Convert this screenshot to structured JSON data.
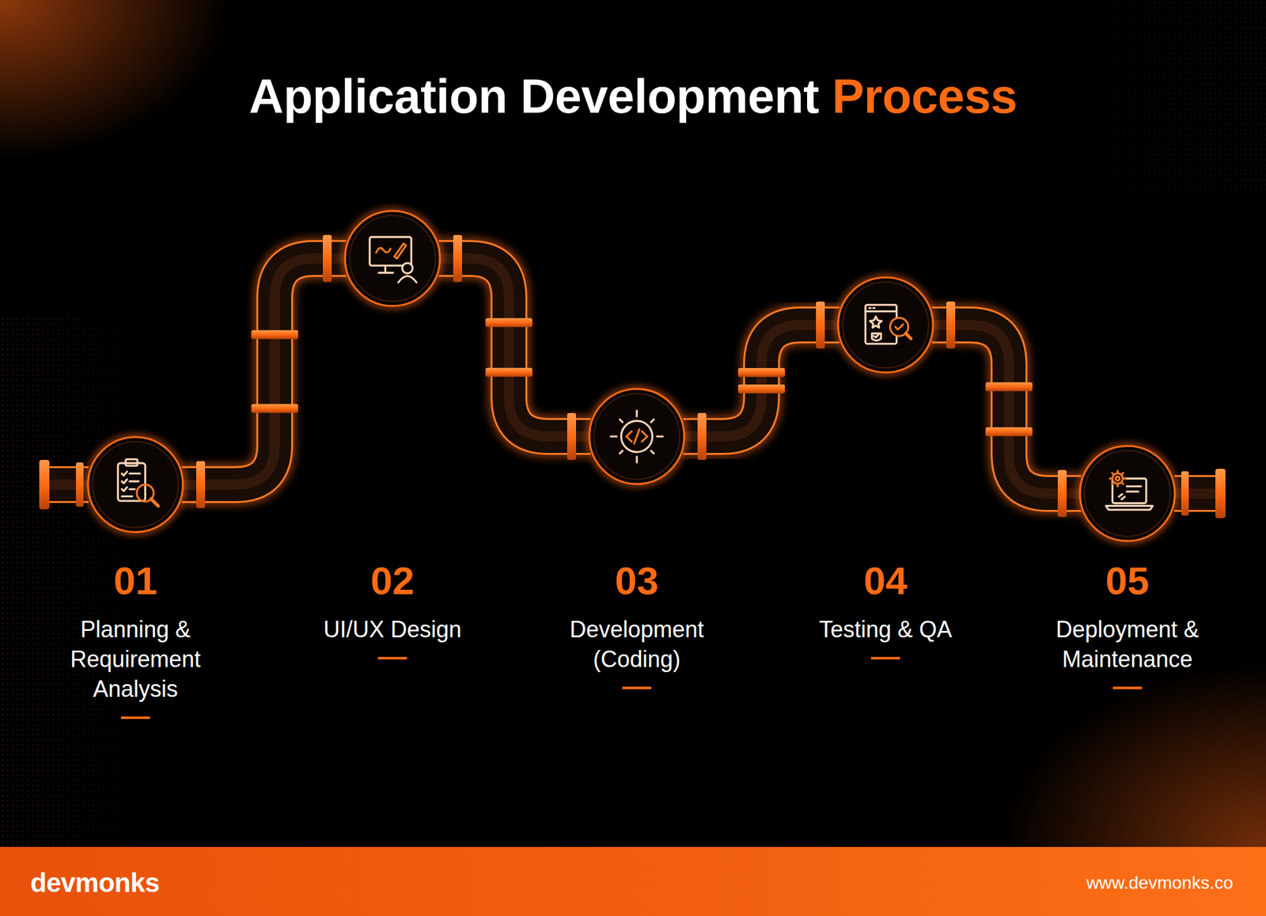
{
  "diagram": {
    "title": "Application Development Process",
    "nodes": [
      {
        "text": [
          "01",
          "Planning & Requirement Analysis"
        ]
      },
      {
        "text": [
          "02",
          "UI/UX Design"
        ]
      },
      {
        "text": [
          "03",
          "Development (Coding)"
        ]
      },
      {
        "text": [
          "04",
          "Testing & QA"
        ]
      },
      {
        "text": [
          "05",
          "Deployment & Maintenance"
        ]
      }
    ],
    "edges": [
      {
        "from": 0,
        "to": 1,
        "arrow": "none"
      },
      {
        "from": 1,
        "to": 2,
        "arrow": "none"
      },
      {
        "from": 2,
        "to": 3,
        "arrow": "none"
      },
      {
        "from": 3,
        "to": 4,
        "arrow": "none"
      }
    ],
    "labels": [
      "devmonks",
      "www.devmonks.co"
    ]
  }
}
